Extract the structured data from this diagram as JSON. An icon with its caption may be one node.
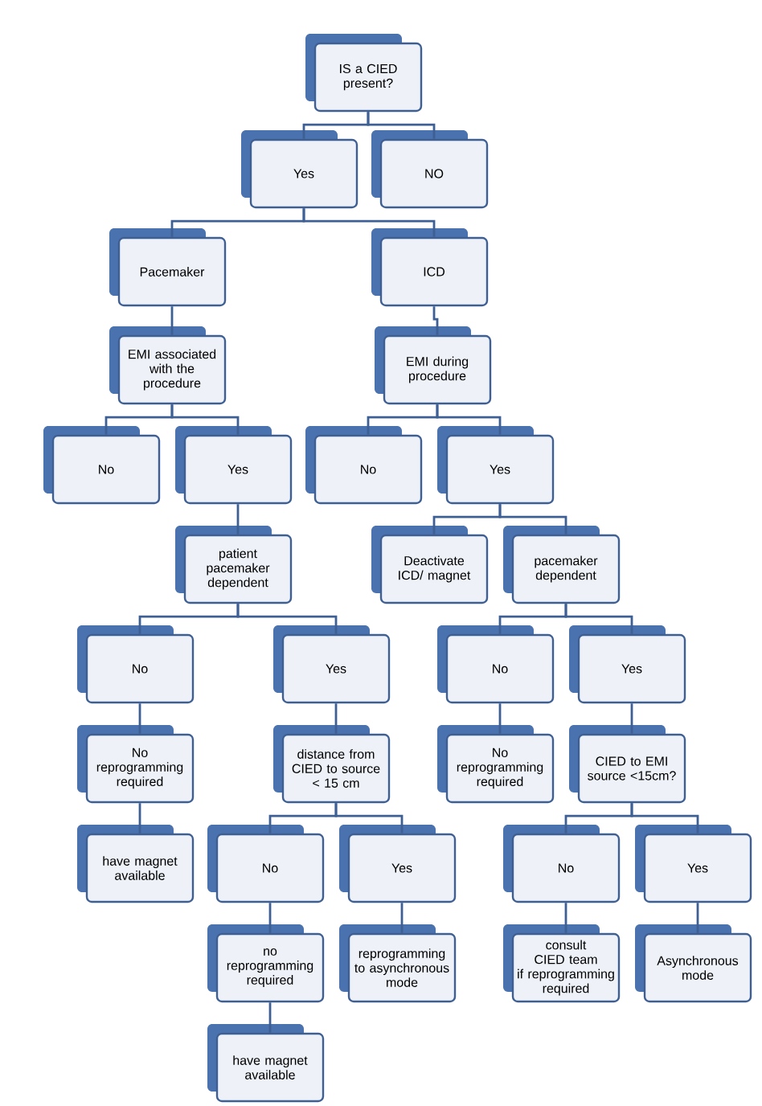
{
  "diagram": {
    "nodes": [
      {
        "text": [
          "IS a CIED present?"
        ]
      },
      {
        "text": [
          "Yes"
        ]
      },
      {
        "text": [
          "NO"
        ]
      },
      {
        "text": [
          "Pacemaker"
        ]
      },
      {
        "text": [
          "ICD"
        ]
      },
      {
        "text": [
          "EMI associated with the procedure"
        ]
      },
      {
        "text": [
          "EMI during procedure"
        ]
      },
      {
        "text": [
          "No"
        ]
      },
      {
        "text": [
          "Yes"
        ]
      },
      {
        "text": [
          "No"
        ]
      },
      {
        "text": [
          "Yes"
        ]
      },
      {
        "text": [
          "patient pacemaker dependent"
        ]
      },
      {
        "text": [
          "Deactivate ICD/ magnet"
        ]
      },
      {
        "text": [
          "pacemaker dependent"
        ]
      },
      {
        "text": [
          "No"
        ]
      },
      {
        "text": [
          "Yes"
        ]
      },
      {
        "text": [
          "No"
        ]
      },
      {
        "text": [
          "Yes"
        ]
      },
      {
        "text": [
          "No reprogramming required"
        ]
      },
      {
        "text": [
          "distance from CIED to source < 15 cm"
        ]
      },
      {
        "text": [
          "No reprogramming required"
        ]
      },
      {
        "text": [
          "CIED to EMI source <15cm?"
        ]
      },
      {
        "text": [
          "have magnet available"
        ]
      },
      {
        "text": [
          "No"
        ]
      },
      {
        "text": [
          "Yes"
        ]
      },
      {
        "text": [
          "No"
        ]
      },
      {
        "text": [
          "Yes"
        ]
      },
      {
        "text": [
          "no reprogramming required"
        ]
      },
      {
        "text": [
          "reprogramming to asynchronous mode"
        ]
      },
      {
        "text": [
          "consult CIED team if reprogramming required"
        ]
      },
      {
        "text": [
          "Asynchronous mode"
        ]
      },
      {
        "text": [
          "have magnet available"
        ]
      }
    ],
    "edges": [
      {
        "from": 0,
        "to": 1,
        "arrow": "none"
      },
      {
        "from": 0,
        "to": 2,
        "arrow": "none"
      },
      {
        "from": 1,
        "to": 3,
        "arrow": "none"
      },
      {
        "from": 1,
        "to": 4,
        "arrow": "none"
      },
      {
        "from": 3,
        "to": 5,
        "arrow": "none"
      },
      {
        "from": 4,
        "to": 6,
        "arrow": "none"
      },
      {
        "from": 5,
        "to": 7,
        "arrow": "none"
      },
      {
        "from": 5,
        "to": 8,
        "arrow": "none"
      },
      {
        "from": 6,
        "to": 9,
        "arrow": "none"
      },
      {
        "from": 6,
        "to": 10,
        "arrow": "none"
      },
      {
        "from": 8,
        "to": 11,
        "arrow": "none"
      },
      {
        "from": 10,
        "to": 12,
        "arrow": "none"
      },
      {
        "from": 10,
        "to": 13,
        "arrow": "none"
      },
      {
        "from": 11,
        "to": 14,
        "arrow": "none"
      },
      {
        "from": 11,
        "to": 15,
        "arrow": "none"
      },
      {
        "from": 13,
        "to": 16,
        "arrow": "none"
      },
      {
        "from": 13,
        "to": 17,
        "arrow": "none"
      },
      {
        "from": 14,
        "to": 18,
        "arrow": "none"
      },
      {
        "from": 15,
        "to": 19,
        "arrow": "none"
      },
      {
        "from": 16,
        "to": 20,
        "arrow": "none"
      },
      {
        "from": 17,
        "to": 21,
        "arrow": "none"
      },
      {
        "from": 18,
        "to": 22,
        "arrow": "none"
      },
      {
        "from": 19,
        "to": 23,
        "arrow": "none"
      },
      {
        "from": 19,
        "to": 24,
        "arrow": "none"
      },
      {
        "from": 21,
        "to": 25,
        "arrow": "none"
      },
      {
        "from": 21,
        "to": 26,
        "arrow": "none"
      },
      {
        "from": 23,
        "to": 27,
        "arrow": "none"
      },
      {
        "from": 24,
        "to": 28,
        "arrow": "none"
      },
      {
        "from": 25,
        "to": 29,
        "arrow": "none"
      },
      {
        "from": 26,
        "to": 30,
        "arrow": "none"
      },
      {
        "from": 27,
        "to": 31,
        "arrow": "none"
      }
    ]
  }
}
